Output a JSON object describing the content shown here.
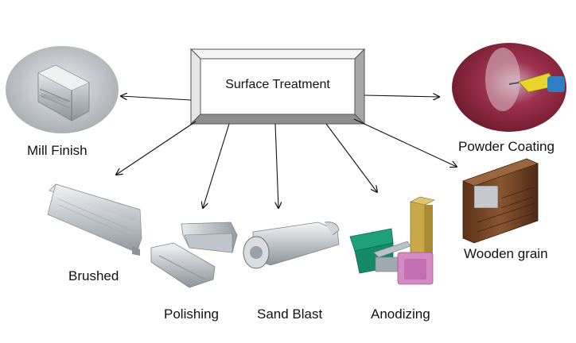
{
  "center": {
    "title": "Surface Treatment"
  },
  "nodes": {
    "mill_finish": {
      "label": "Mill Finish"
    },
    "powder_coating": {
      "label": "Powder Coating"
    },
    "brushed": {
      "label": "Brushed"
    },
    "polishing": {
      "label": "Polishing"
    },
    "sand_blast": {
      "label": "Sand Blast"
    },
    "anodizing": {
      "label": "Anodizing"
    },
    "wooden_grain": {
      "label": "Wooden grain"
    }
  },
  "colors": {
    "frame_light": "#f2f2f2",
    "frame_dark": "#9a9a9a",
    "arrow": "#111111",
    "aluminum": "#c8ccd1",
    "powder_red": "#8e1e36",
    "wood": "#7a4a2a",
    "anodize_green": "#1fa07a",
    "anodize_gold": "#c9a84a",
    "anodize_pink": "#d48ac4",
    "anodize_silver": "#b9c2c8"
  }
}
